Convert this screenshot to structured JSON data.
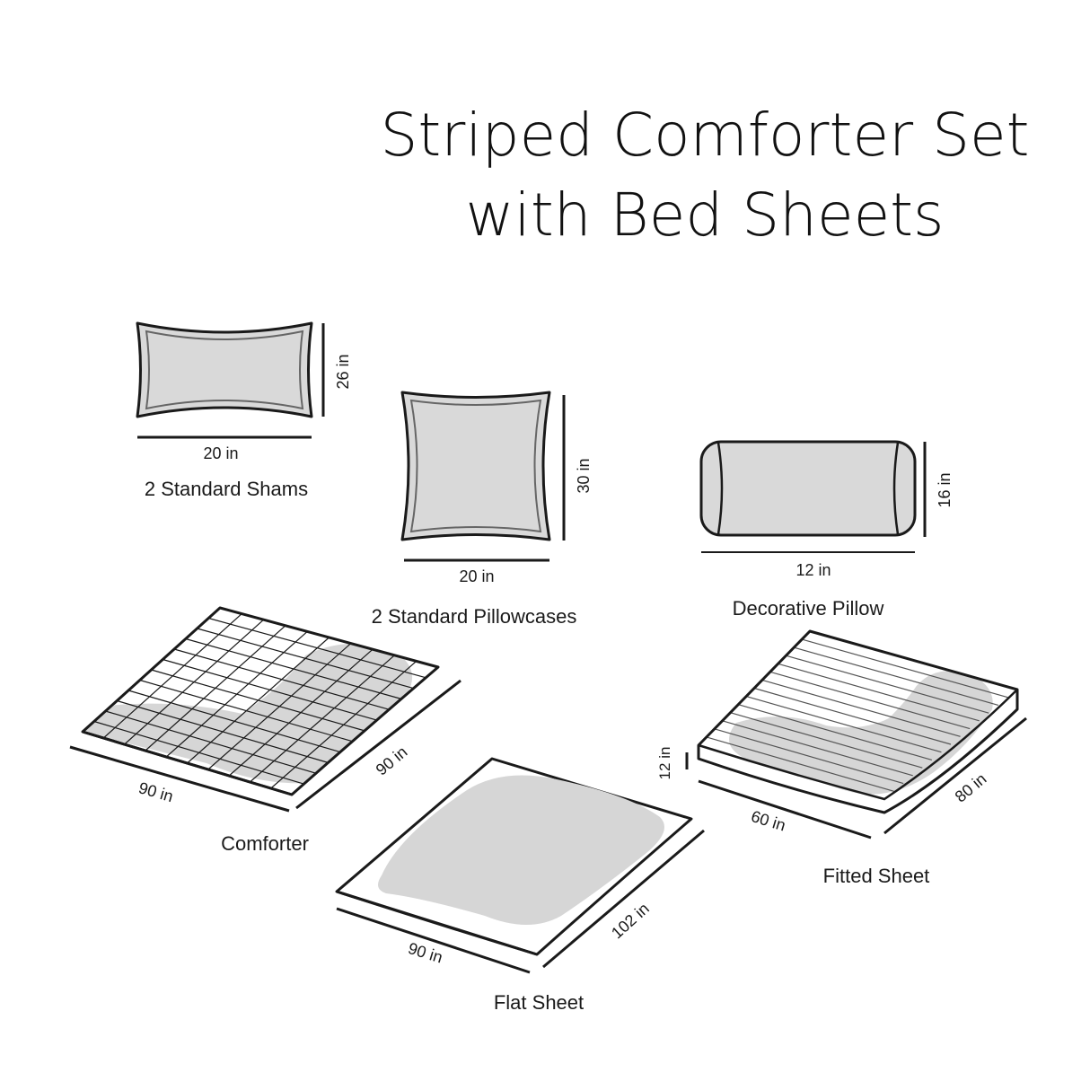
{
  "title": {
    "line1": "Striped Comforter Set",
    "line2": "with Bed Sheets"
  },
  "items": {
    "shams": {
      "label": "2 Standard Shams",
      "width": "20 in",
      "height": "26 in"
    },
    "pillowcases": {
      "label": "2 Standard Pillowcases",
      "width": "20 in",
      "height": "30 in"
    },
    "decorative": {
      "label": "Decorative Pillow",
      "width": "12 in",
      "height": "16 in"
    },
    "comforter": {
      "label": "Comforter",
      "width": "90 in",
      "length": "90 in"
    },
    "flat_sheet": {
      "label": "Flat Sheet",
      "width": "90 in",
      "length": "102 in"
    },
    "fitted_sheet": {
      "label": "Fitted Sheet",
      "width": "60 in",
      "length": "80 in",
      "depth": "12 in"
    }
  },
  "colors": {
    "outline": "#1a1a1a",
    "fill_gray": "#d6d6d6",
    "background": "#ffffff"
  }
}
